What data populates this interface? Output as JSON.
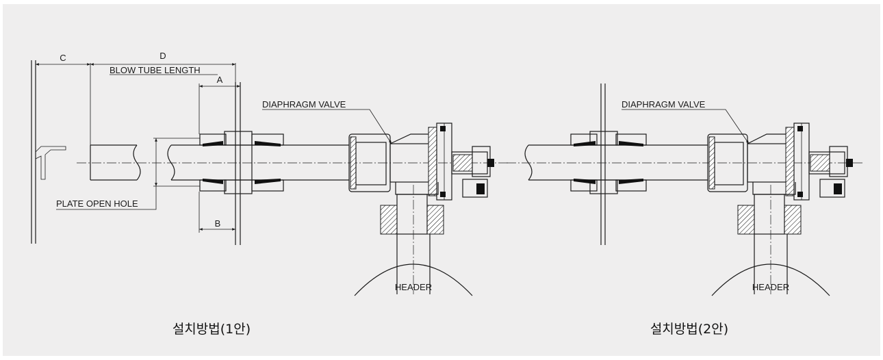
{
  "left": {
    "dim_c": "C",
    "dim_d": "D",
    "blow_tube_length": "BLOW TUBE LENGTH",
    "dim_a": "A",
    "dim_b": "B",
    "diaphragm_valve": "DIAPHRAGM VALVE",
    "plate_open_hole": "PLATE OPEN HOLE",
    "header": "HEADER",
    "caption": "설치방법(1안)"
  },
  "right": {
    "diaphragm_valve": "DIAPHRAGM VALVE",
    "header": "HEADER",
    "caption": "설치방법(2안)"
  },
  "colors": {
    "panel": "#efeeee",
    "line": "#1a1a1a"
  }
}
